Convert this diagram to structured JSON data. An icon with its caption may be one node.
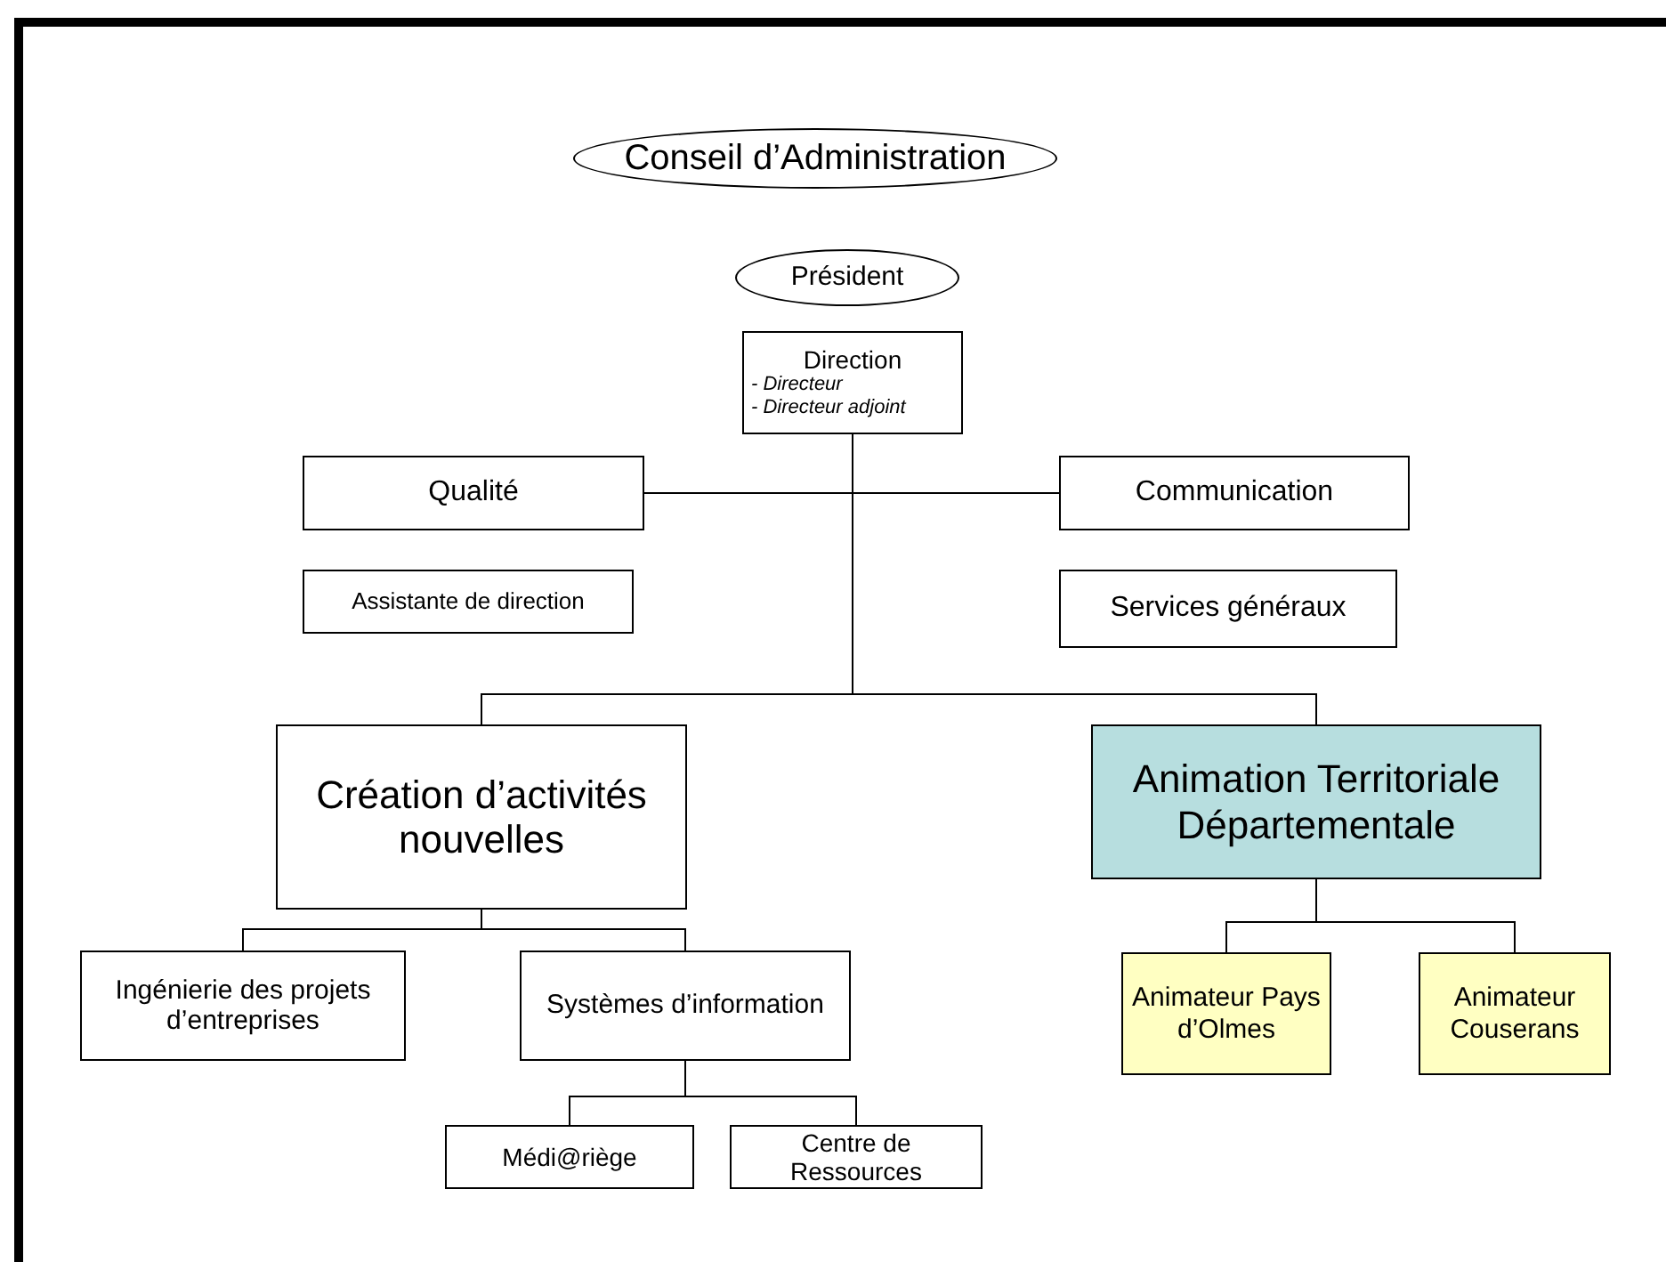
{
  "diagram": {
    "nodes": [
      {
        "text": [
          "Conseil d’Administration"
        ]
      },
      {
        "text": [
          "Président"
        ]
      },
      {
        "text": [
          "Direction",
          "- Directeur",
          "- Directeur adjoint"
        ]
      },
      {
        "text": [
          "Qualité"
        ]
      },
      {
        "text": [
          "Communication"
        ]
      },
      {
        "text": [
          "Assistante de direction"
        ]
      },
      {
        "text": [
          "Services généraux"
        ]
      },
      {
        "text": [
          "Création d’activités nouvelles"
        ]
      },
      {
        "text": [
          "Animation Territoriale Départementale"
        ]
      },
      {
        "text": [
          "Ingénierie des projets d’entreprises"
        ]
      },
      {
        "text": [
          "Systèmes d’information"
        ]
      },
      {
        "text": [
          "Médi@riège"
        ]
      },
      {
        "text": [
          "Centre de Ressources"
        ]
      },
      {
        "text": [
          "Animateur Pays d’Olmes"
        ]
      },
      {
        "text": [
          "Animateur Couserans"
        ]
      }
    ],
    "edges": [
      {
        "from": 2,
        "to": 3,
        "arrow": "none"
      },
      {
        "from": 2,
        "to": 4,
        "arrow": "none"
      },
      {
        "from": 2,
        "to": 7,
        "arrow": "none"
      },
      {
        "from": 2,
        "to": 8,
        "arrow": "none"
      },
      {
        "from": 7,
        "to": 9,
        "arrow": "none"
      },
      {
        "from": 7,
        "to": 10,
        "arrow": "none"
      },
      {
        "from": 10,
        "to": 11,
        "arrow": "none"
      },
      {
        "from": 10,
        "to": 12,
        "arrow": "none"
      },
      {
        "from": 8,
        "to": 13,
        "arrow": "none"
      },
      {
        "from": 8,
        "to": 14,
        "arrow": "none"
      }
    ]
  }
}
